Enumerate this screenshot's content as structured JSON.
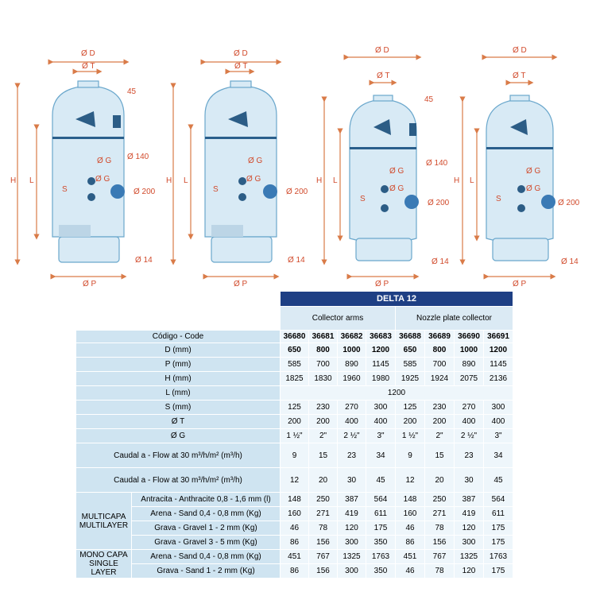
{
  "drawing_labels": {
    "d": "Ø D",
    "t": "Ø T",
    "h": "H",
    "l": "L",
    "s": "S",
    "g": "Ø G",
    "p": "Ø P",
    "d14": "Ø 14",
    "d140": "Ø 140",
    "d200": "Ø 200",
    "n45": "45"
  },
  "table": {
    "title": "DELTA 12",
    "group_a": "Collector arms",
    "group_b": "Nozzle plate collector",
    "code_label": "Código - Code",
    "codes": [
      "36680",
      "36681",
      "36682",
      "36683",
      "36688",
      "36689",
      "36690",
      "36691"
    ],
    "rows": [
      {
        "label": "D (mm)",
        "values": [
          "650",
          "800",
          "1000",
          "1200",
          "650",
          "800",
          "1000",
          "1200"
        ]
      },
      {
        "label": "P (mm)",
        "values": [
          "585",
          "700",
          "890",
          "1145",
          "585",
          "700",
          "890",
          "1145"
        ]
      },
      {
        "label": "H (mm)",
        "values": [
          "1825",
          "1830",
          "1960",
          "1980",
          "1925",
          "1924",
          "2075",
          "2136"
        ]
      }
    ],
    "l_row": {
      "label": "L (mm)",
      "value": "1200"
    },
    "rows2": [
      {
        "label": "S (mm)",
        "values": [
          "125",
          "230",
          "270",
          "300",
          "125",
          "230",
          "270",
          "300"
        ]
      },
      {
        "label": "Ø T",
        "values": [
          "200",
          "200",
          "400",
          "400",
          "200",
          "200",
          "400",
          "400"
        ]
      },
      {
        "label": "Ø G",
        "values": [
          "1 ½\"",
          "2\"",
          "2 ½\"",
          "3\"",
          "1 ½\"",
          "2\"",
          "2 ½\"",
          "3\""
        ]
      }
    ],
    "flow_rows": [
      {
        "label": "Caudal a - Flow at 30 m³/h/m² (m³/h)",
        "values": [
          "9",
          "15",
          "23",
          "34",
          "9",
          "15",
          "23",
          "34"
        ]
      },
      {
        "label": "Caudal a - Flow at 30 m³/h/m² (m³/h)",
        "values": [
          "12",
          "20",
          "30",
          "45",
          "12",
          "20",
          "30",
          "45"
        ]
      }
    ],
    "multilayer_label": "MULTICAPA MULTILAYER",
    "multilayer_rows": [
      {
        "label": "Antracita - Anthracite 0,8 - 1,6 mm (l)",
        "values": [
          "148",
          "250",
          "387",
          "564",
          "148",
          "250",
          "387",
          "564"
        ]
      },
      {
        "label": "Arena - Sand 0,4 - 0,8 mm (Kg)",
        "values": [
          "160",
          "271",
          "419",
          "611",
          "160",
          "271",
          "419",
          "611"
        ]
      },
      {
        "label": "Grava - Gravel 1 - 2 mm (Kg)",
        "values": [
          "46",
          "78",
          "120",
          "175",
          "46",
          "78",
          "120",
          "175"
        ]
      },
      {
        "label": "Grava - Gravel 3 - 5 mm (Kg)",
        "values": [
          "86",
          "156",
          "300",
          "350",
          "86",
          "156",
          "300",
          "175"
        ]
      }
    ],
    "single_label": "MONO CAPA SINGLE LAYER",
    "single_rows": [
      {
        "label": "Arena - Sand 0,4 - 0,8 mm (Kg)",
        "values": [
          "451",
          "767",
          "1325",
          "1763",
          "451",
          "767",
          "1325",
          "1763"
        ]
      },
      {
        "label": "Grava - Sand 1 - 2 mm (Kg)",
        "values": [
          "86",
          "156",
          "300",
          "350",
          "46",
          "78",
          "120",
          "175"
        ]
      }
    ]
  },
  "colors": {
    "title_bg": "#1e3f84",
    "label_bg": "#cfe4f1",
    "value_bg": "#eef6fb",
    "dimension": "#d14a2b"
  }
}
